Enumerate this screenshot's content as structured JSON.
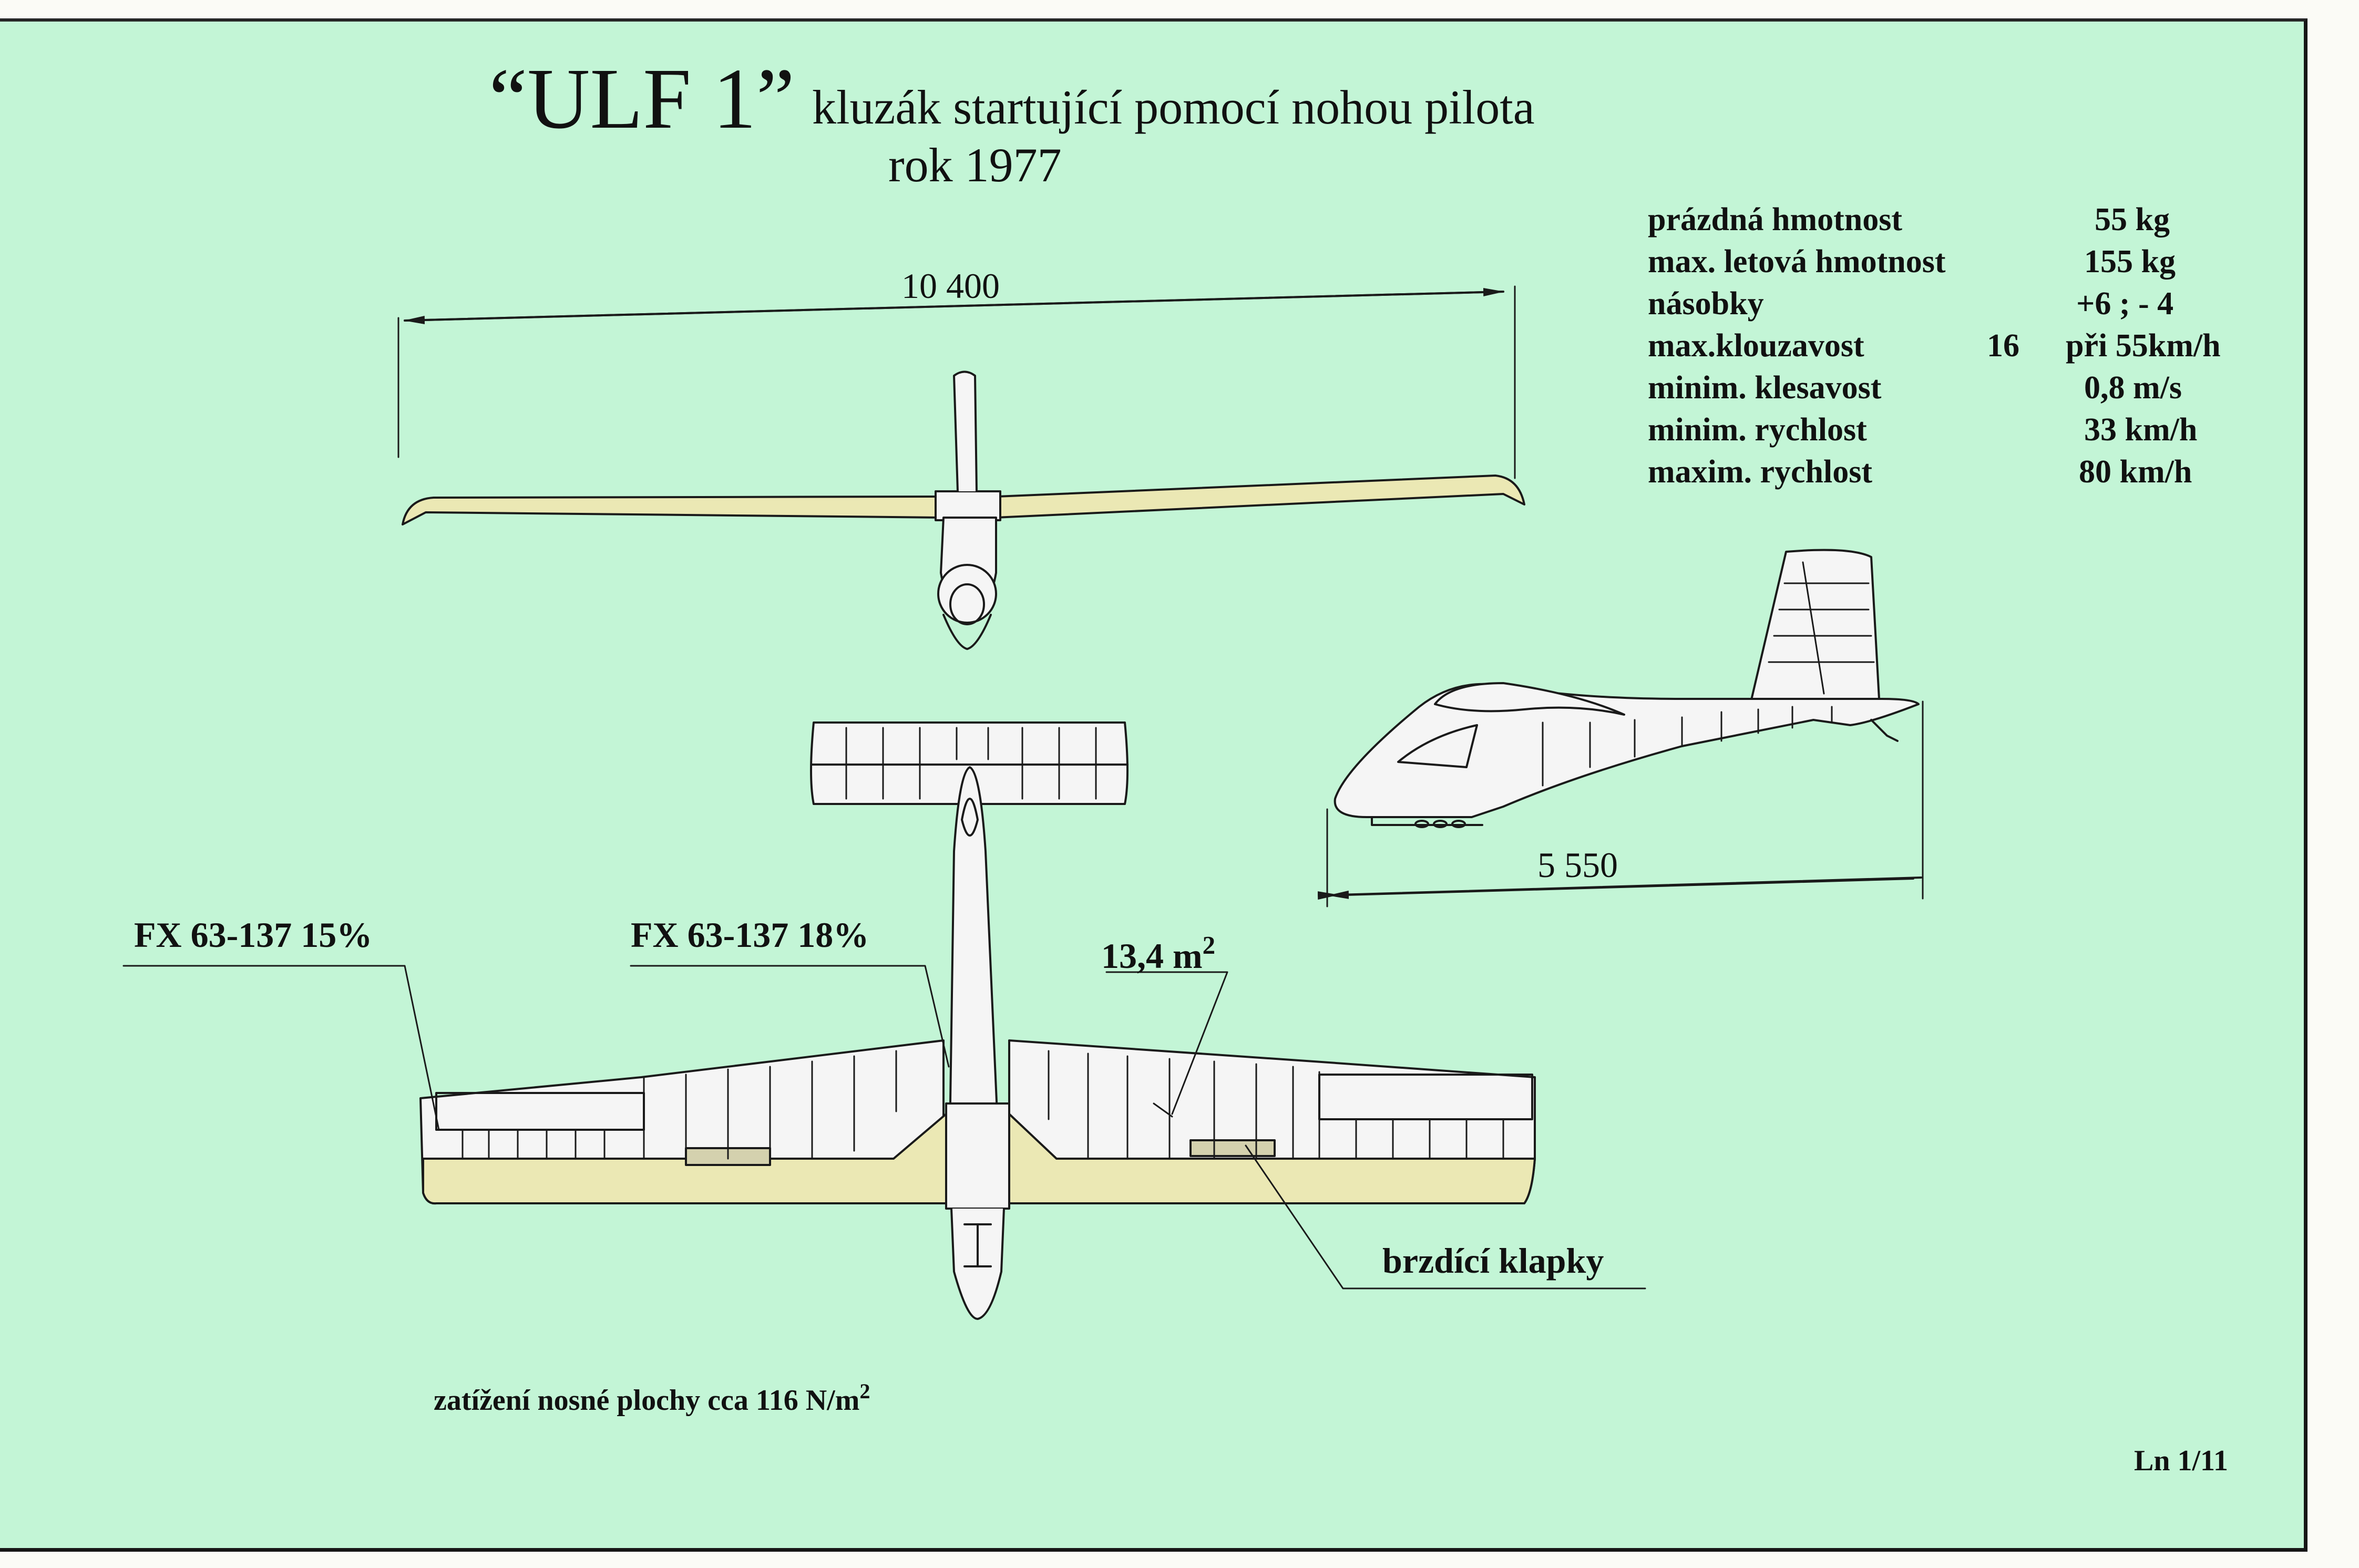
{
  "title": {
    "name": "“ULF 1”",
    "subtitle": "kluzák  startující pomocí nohou pilota",
    "year": "rok 1977"
  },
  "specs": [
    {
      "label": "prázdná hmotnost",
      "extra": "",
      "value": "55 kg"
    },
    {
      "label": "max. letová hmotnost",
      "extra": "",
      "value": "155 kg"
    },
    {
      "label": "násobky",
      "extra": "",
      "value": "+6 ; - 4"
    },
    {
      "label": "max.klouzavost",
      "extra": "16",
      "value": "při 55km/h"
    },
    {
      "label": "minim. klesavost",
      "extra": "",
      "value": "0,8 m/s"
    },
    {
      "label": "minim. rychlost",
      "extra": "",
      "value": "33 km/h"
    },
    {
      "label": "maxim. rychlost",
      "extra": "",
      "value": "80 km/h"
    }
  ],
  "dimensions": {
    "span": "10 400",
    "length": "5 550"
  },
  "labels": {
    "profile_tip": "FX 63-137 15%",
    "profile_root": "FX 63-137  18%",
    "area_value": "13,4 m",
    "area_exp": "2",
    "airbrakes": "brzdící klapky",
    "wing_loading": "zatížení nosné plochy  cca 116 N/m",
    "wing_loading_exp": "2",
    "sheet_no": "Ln 1/11"
  },
  "colors": {
    "sheet_bg": "#c3f5d6",
    "wing_fill": "#ebe8b4",
    "structure_fill": "#f5f5f5",
    "line": "#1a1a1a"
  }
}
